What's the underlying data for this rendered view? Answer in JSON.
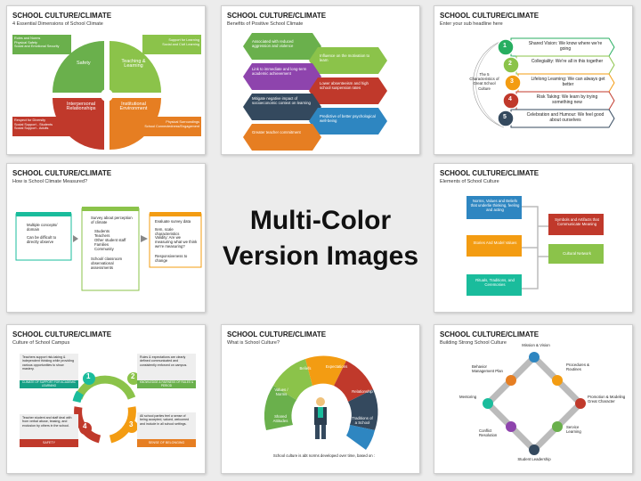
{
  "center": {
    "line1": "Multi-Color",
    "line2": "Version Images"
  },
  "slides": [
    {
      "title": "SCHOOL CULTURE/CLIMATE",
      "subtitle": "4 Essential Dimensions of School Climate",
      "labels": [
        "Safety",
        "Teaching & Learning",
        "Interpersonal Relationships",
        "Institutional Environment"
      ],
      "notes": [
        "Rules and Norms\nPhysical Safety\nSocial and Emotional Security",
        "Support for Learning\nSocial and Civil Learning",
        "Respect for Diversity\nSocial Support - Students\nSocial Support - Adults",
        "Physical Surroundings\nSchool Connectedness/Engagement"
      ]
    },
    {
      "title": "SCHOOL CULTURE/CLIMATE",
      "subtitle": "Benefits of Positive School Climate",
      "items": [
        "Associated with reduced aggression and violence",
        "Influence on the motivation to learn",
        "Link to immediate and long-term academic achievement",
        "Lower absenteeism and high school suspension rates",
        "Mitigate negative impact of socioeconomic context on learning",
        "Predictive of better psychological well-being",
        "Greater teacher commitment"
      ]
    },
    {
      "title": "SCHOOL CULTURE/CLIMATE",
      "subtitle": "Enter your sub headline here",
      "center_text": "The 5 Characteristics of Great School Culture",
      "items": [
        {
          "n": "1",
          "text": "Shared Vision: We know where we're going"
        },
        {
          "n": "2",
          "text": "Collegiality: We're all in this together"
        },
        {
          "n": "3",
          "text": "Lifelong Learning: We can always get better"
        },
        {
          "n": "4",
          "text": "Risk Taking: We learn by trying something new"
        },
        {
          "n": "5",
          "text": "Celebration and Humour: We feel good about ourselves"
        }
      ]
    },
    {
      "title": "SCHOOL CULTURE/CLIMATE",
      "subtitle": "How is School Climate Measured?",
      "left": [
        "Multiple concepts/ domain",
        "Can be difficult to directly observe"
      ],
      "middle": [
        "Survey about perception of climate",
        "Students",
        "Teachers",
        "Other student staff",
        "Families",
        "Community",
        "School/ classroom observational assessments"
      ],
      "right": [
        "Evaluate survey data",
        "Item, scale characteristics",
        "Validity: Are we measuring what we think we're measuring?",
        "Responsiveness to change"
      ]
    },
    {
      "title": "SCHOOL CULTURE/CLIMATE",
      "subtitle": "Elements of School Culture",
      "items": [
        "Norms, Values and Beliefs that underlie thinking, feeling and acting",
        "Symbols and Artifacts that Communicate Meaning",
        "Stories And Model Values",
        "Cultural Network",
        "Rituals, Traditions, and Ceremonies"
      ]
    },
    {
      "title": "SCHOOL CULTURE/CLIMATE",
      "subtitle": "Culture of School Campus",
      "boxes": [
        {
          "n": "1",
          "text": "Teachers support risk-taking & independent thinking while providing various opportunities to show mastery.",
          "label": "CLIMATE OF SUPPORT FOR ACADEMIC LEARNING"
        },
        {
          "n": "2",
          "text": "Rules & expectations are clearly defined communicated and consistently enforced on campus.",
          "label": "KNOWLEDGE & FAIRNESS OF RULES & PERIOD"
        },
        {
          "n": "4",
          "text": "Teacher student and staff deal with from verbal abuse, teasing, and exclusion by others in the school.",
          "label": "SAFETY"
        },
        {
          "n": "3",
          "text": "All school parties feel a sense of being accepted, valued, welcomed and include in all school settings.",
          "label": "SENSE OF BELONGING"
        }
      ]
    },
    {
      "title": "SCHOOL CULTURE/CLIMATE",
      "subtitle": "What is School Culture?",
      "segments": [
        "Values / Norms",
        "Beliefs",
        "Expectations",
        "Relationship",
        "Traditions of a School",
        "Shared Attitudes"
      ],
      "caption": "School culture is abt norms developed over time, based on :"
    },
    {
      "title": "SCHOOL CULTURE/CLIMATE",
      "subtitle": "Building Strong School Culture",
      "items": [
        "Mission & Vision",
        "Procedures & Routines",
        "Promotion & Modeling Great Character",
        "Service Learning",
        "Student Leadership",
        "Conflict Resolution",
        "Mentoring",
        "Behavior Management Plan"
      ]
    }
  ],
  "colors": {
    "green": "#6ab04c",
    "orange": "#f39c12",
    "red": "#c0392b",
    "teal": "#1abc9c",
    "blue": "#2e86c1",
    "dark": "#34495e",
    "purple": "#8e44ad",
    "lime": "#8bc34a"
  }
}
